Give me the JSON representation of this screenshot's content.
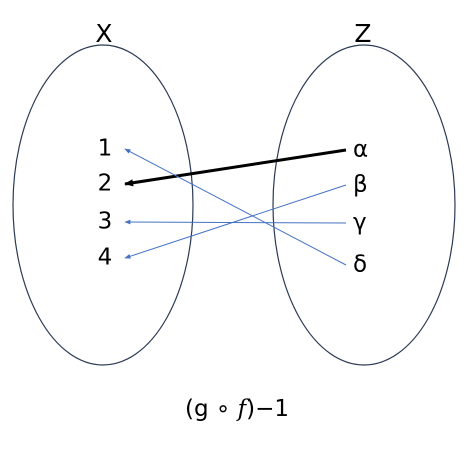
{
  "sets": {
    "left_label": "X",
    "right_label": "Z"
  },
  "domain_elements": [
    "1",
    "2",
    "3",
    "4"
  ],
  "codomain_elements": [
    "α",
    "β",
    "γ",
    "δ"
  ],
  "mapping": [
    {
      "from": "α",
      "to": "2",
      "emphasized": true
    },
    {
      "from": "β",
      "to": "4",
      "emphasized": false
    },
    {
      "from": "γ",
      "to": "3",
      "emphasized": false
    },
    {
      "from": "δ",
      "to": "1",
      "emphasized": false
    }
  ],
  "caption": {
    "prefix": "(g ∘ ",
    "func": "f",
    "suffix": ")−1"
  },
  "colors": {
    "thin_arrow": "#4472c4",
    "bold_arrow": "#000000",
    "ellipse_stroke": "#2b3a55"
  }
}
